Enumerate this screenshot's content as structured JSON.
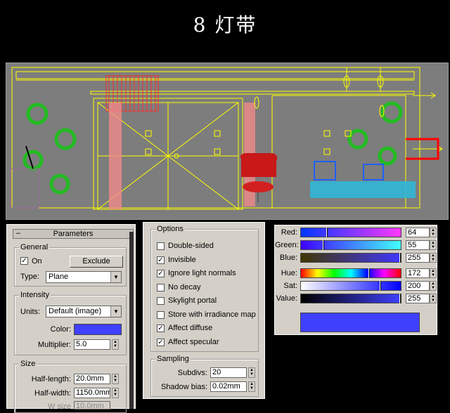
{
  "title": "8 灯带",
  "params": {
    "header": "Parameters",
    "collapse": "–",
    "general": {
      "label": "General",
      "on_label": "On",
      "on_checked": true,
      "exclude_label": "Exclude",
      "type_label": "Type:",
      "type_value": "Plane"
    },
    "intensity": {
      "label": "Intensity",
      "units_label": "Units:",
      "units_value": "Default (image)",
      "color_label": "Color:",
      "color": "#4040ff",
      "multiplier_label": "Multiplier:",
      "multiplier_value": "5.0"
    },
    "size": {
      "label": "Size",
      "half_length_label": "Half-length:",
      "half_length_value": "20.0mm",
      "half_width_label": "Half-width:",
      "half_width_value": "1150.0mm",
      "w_size_label": "W size",
      "w_size_value": "10.0mm"
    }
  },
  "options": {
    "label": "Options",
    "items": [
      {
        "label": "Double-sided",
        "checked": false
      },
      {
        "label": "Invisible",
        "checked": true
      },
      {
        "label": "Ignore light normals",
        "checked": true
      },
      {
        "label": "No decay",
        "checked": false
      },
      {
        "label": "Skylight portal",
        "checked": false
      },
      {
        "label": "Store with irradiance map",
        "checked": false
      },
      {
        "label": "Affect diffuse",
        "checked": true
      },
      {
        "label": "Affect specular",
        "checked": true
      }
    ],
    "check_glyph": "✓"
  },
  "sampling": {
    "label": "Sampling",
    "subdivs_label": "Subdivs:",
    "subdivs_value": "20",
    "shadow_bias_label": "Shadow bias:",
    "shadow_bias_value": "0.02mm"
  },
  "color_picker": {
    "red_label": "Red:",
    "red_value": "64",
    "green_label": "Green:",
    "green_value": "55",
    "blue_label": "Blue:",
    "blue_value": "255",
    "hue_label": "Hue:",
    "hue_value": "172",
    "sat_label": "Sat:",
    "sat_value": "200",
    "value_label": "Value:",
    "value_value": "255",
    "preview_color": "#4040ff"
  },
  "icons": {
    "dropdown": "chevron-down-icon",
    "spinner": "spinner-arrows-icon"
  }
}
